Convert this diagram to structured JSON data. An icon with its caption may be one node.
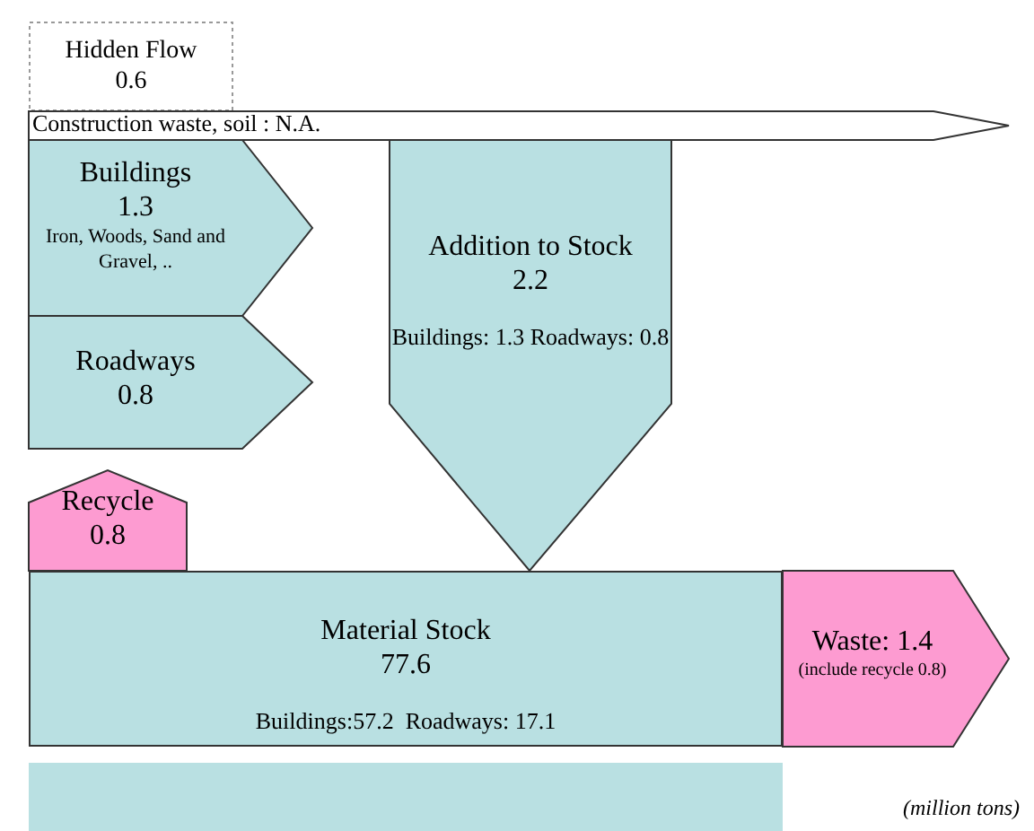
{
  "diagram": {
    "nodes": [
      {
        "text": [
          "Hidden Flow",
          "0.6"
        ]
      },
      {
        "text": [
          "Construction waste, soil : N.A."
        ]
      },
      {
        "text": [
          "Buildings",
          "1.3",
          "Iron, Woods, Sand and Gravel, .."
        ]
      },
      {
        "text": [
          "Roadways",
          "0.8"
        ]
      },
      {
        "text": [
          "Addition to Stock",
          "2.2",
          "Buildings: 1.3 Roadways: 0.8"
        ]
      },
      {
        "text": [
          "Recycle",
          "0.8"
        ]
      },
      {
        "text": [
          "Material Stock",
          "77.6",
          "Buildings:57.2  Roadways: 17.1"
        ]
      },
      {
        "text": [
          "Waste: 1.4",
          "(include recycle 0.8)"
        ]
      },
      {
        "text": [],
        "shape": "bar"
      }
    ],
    "labels": [
      "(million tons)"
    ]
  }
}
